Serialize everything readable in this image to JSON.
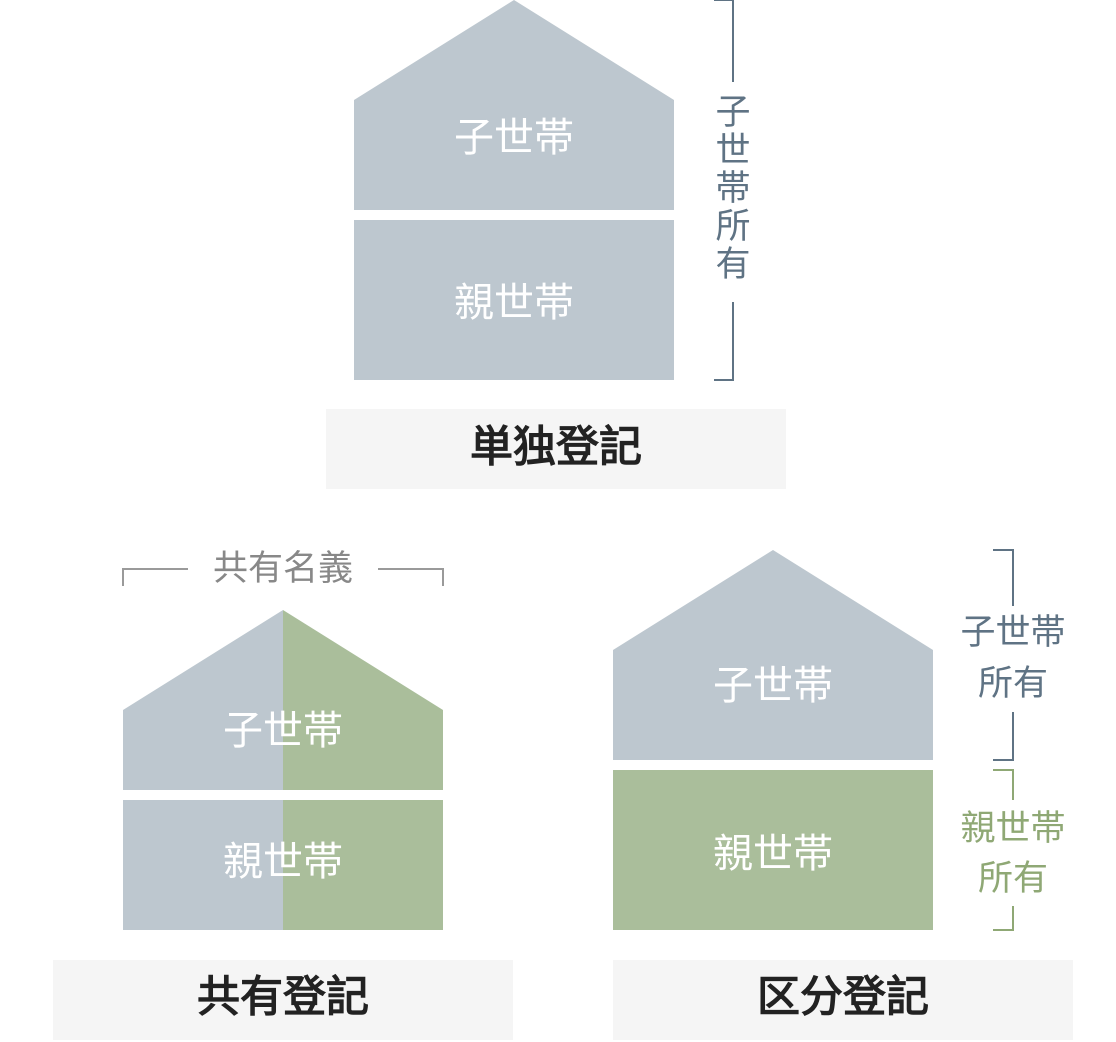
{
  "colors": {
    "child_household": "#bdc7cf",
    "parent_household": "#aabe9b",
    "child_label_text": "#5f7384",
    "parent_label_text": "#8fa875",
    "bracket_gray": "#9a9a9a",
    "caption_bg": "#f5f5f5"
  },
  "top": {
    "upper_room": "子世帯",
    "lower_room": "親世帯",
    "ownership": "子世帯所有",
    "caption": "単独登記"
  },
  "left": {
    "co_ownership": "共有名義",
    "upper_room": "子世帯",
    "lower_room": "親世帯",
    "caption": "共有登記"
  },
  "right": {
    "upper_room": "子世帯",
    "lower_room": "親世帯",
    "child_ownership_line1": "子世帯",
    "child_ownership_line2": "所有",
    "parent_ownership_line1": "親世帯",
    "parent_ownership_line2": "所有",
    "caption": "区分登記"
  }
}
